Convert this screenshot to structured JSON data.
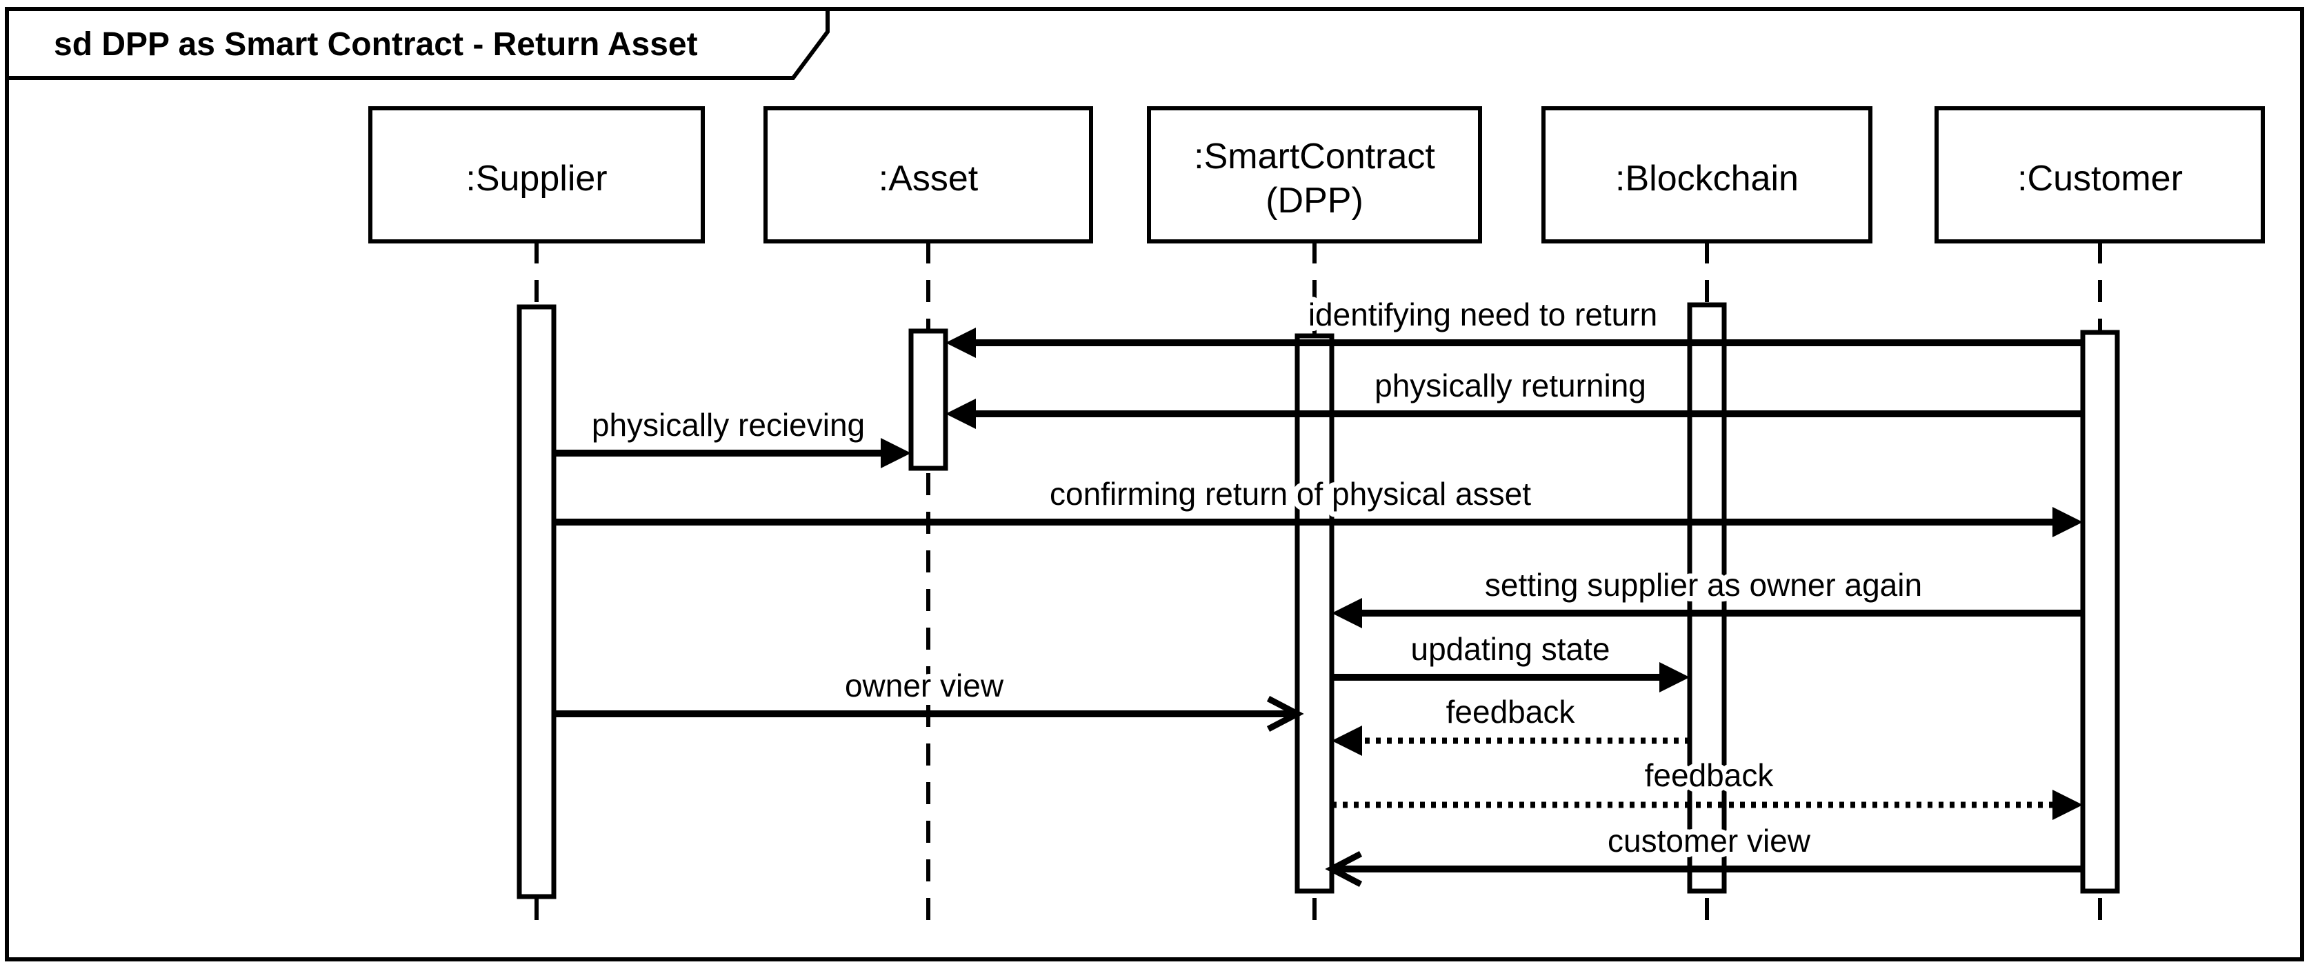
{
  "diagram": {
    "frame_label": "sd DPP as Smart Contract - Return Asset",
    "kind": "uml-sequence-diagram"
  },
  "colors": {
    "ink": "#000000",
    "paper": "#ffffff"
  },
  "lifelines": [
    {
      "label": ":Supplier"
    },
    {
      "label": ":Asset"
    },
    {
      "label": ":SmartContract",
      "sublabel": "(DPP)"
    },
    {
      "label": ":Blockchain"
    },
    {
      "label": ":Customer"
    }
  ],
  "messages": [
    {
      "label": "identifying need to return",
      "from": ":Customer",
      "to": ":Asset",
      "line": "solid",
      "arrowhead": "filled",
      "direction": "left"
    },
    {
      "label": "physically returning",
      "from": ":Customer",
      "to": ":Asset",
      "line": "solid",
      "arrowhead": "filled",
      "direction": "left"
    },
    {
      "label": "physically recieving",
      "from": ":Supplier",
      "to": ":Asset",
      "line": "solid",
      "arrowhead": "filled",
      "direction": "right"
    },
    {
      "label": "confirming return of physical asset",
      "from": ":Supplier",
      "to": ":Customer",
      "line": "solid",
      "arrowhead": "filled",
      "direction": "right"
    },
    {
      "label": "setting supplier as owner again",
      "from": ":Customer",
      "to": ":SmartContract",
      "line": "solid",
      "arrowhead": "filled",
      "direction": "left"
    },
    {
      "label": "updating state",
      "from": ":SmartContract",
      "to": ":Blockchain",
      "line": "solid",
      "arrowhead": "filled",
      "direction": "right"
    },
    {
      "label": "owner view",
      "from": ":Supplier",
      "to": ":SmartContract",
      "line": "solid",
      "arrowhead": "open",
      "direction": "right"
    },
    {
      "label": "feedback",
      "from": ":Blockchain",
      "to": ":SmartContract",
      "line": "dotted",
      "arrowhead": "filled",
      "direction": "left"
    },
    {
      "label": "feedback",
      "from": ":SmartContract",
      "to": ":Customer",
      "line": "dotted",
      "arrowhead": "filled",
      "direction": "right"
    },
    {
      "label": "customer view",
      "from": ":Customer",
      "to": ":SmartContract",
      "line": "solid",
      "arrowhead": "open",
      "direction": "left"
    }
  ]
}
